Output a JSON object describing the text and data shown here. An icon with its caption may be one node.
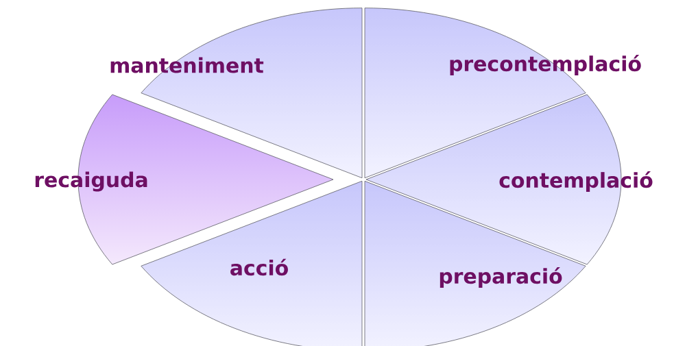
{
  "diagram": {
    "nodes": [
      {
        "text": [
          "manteniment"
        ]
      },
      {
        "text": [
          "precontemplació"
        ]
      },
      {
        "text": [
          "recaiguda"
        ]
      },
      {
        "text": [
          "contemplació"
        ]
      },
      {
        "text": [
          "acció"
        ]
      },
      {
        "text": [
          "preparació"
        ]
      }
    ]
  }
}
